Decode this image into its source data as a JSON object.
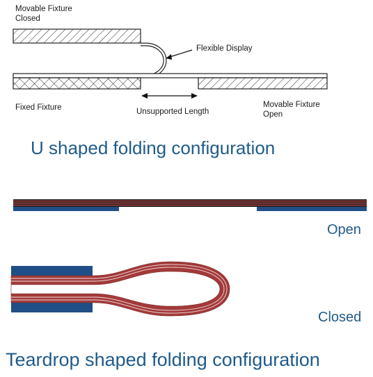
{
  "u_shape": {
    "label_movable_closed_line1": "Movable Fixture",
    "label_movable_closed_line2": "Closed",
    "label_flexible_display": "Flexible Display",
    "label_fixed_fixture": "Fixed Fixture",
    "label_unsupported_length": "Unsupported Length",
    "label_movable_open_line1": "Movable Fixture",
    "label_movable_open_line2": "Open",
    "title": "U shaped folding configuration"
  },
  "teardrop": {
    "label_open": "Open",
    "label_closed": "Closed",
    "title": "Teardrop shaped folding configuration"
  },
  "colors": {
    "fixture_blue": "#1f4f86",
    "display_red": "#a33a3a",
    "title_blue": "#1f5b8a"
  }
}
